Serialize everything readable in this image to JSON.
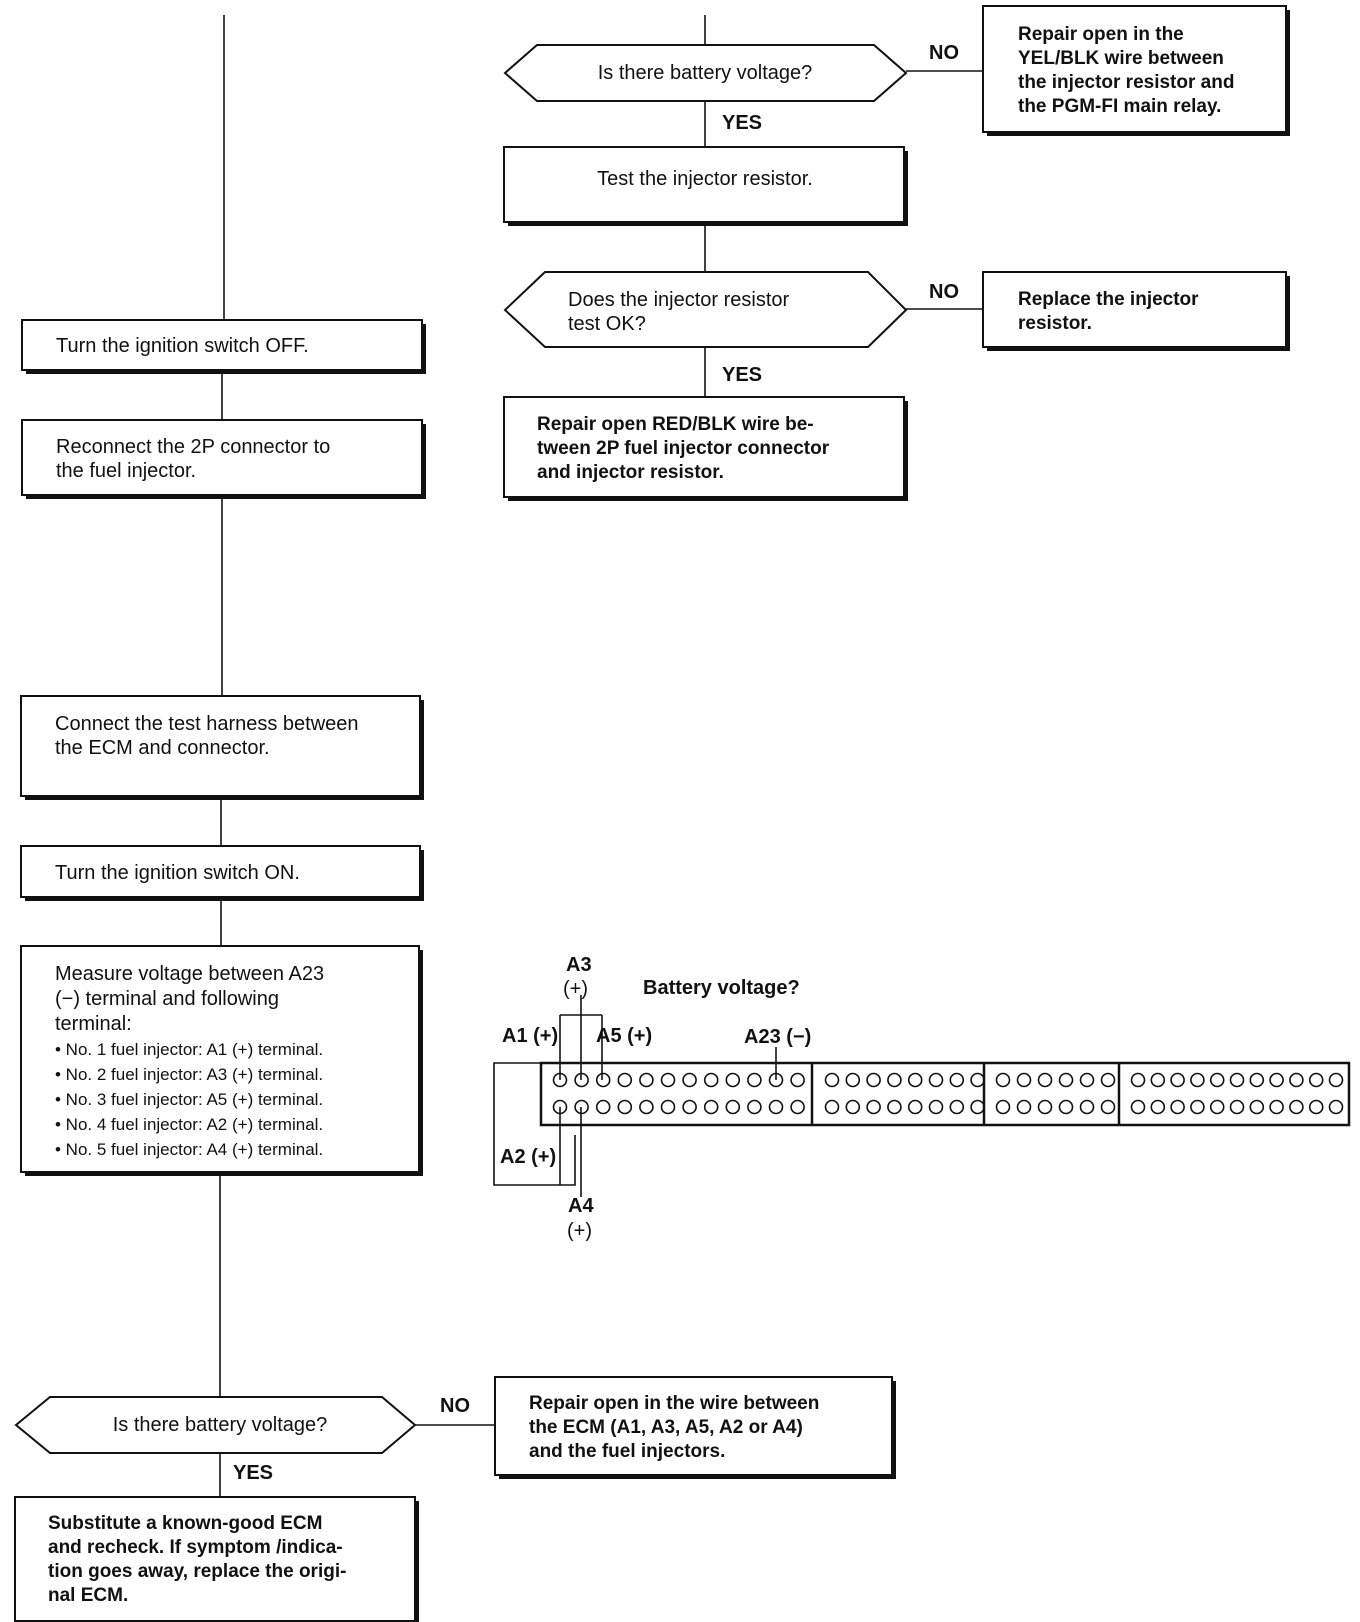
{
  "flow": {
    "q_battery_top": "Is there battery voltage?",
    "repair_yelblk": [
      "Repair open in the",
      "YEL/BLK wire between",
      "the injector resistor and",
      "the PGM-FI main relay."
    ],
    "test_resistor": "Test the injector resistor.",
    "q_resistor": [
      "Does the injector resistor",
      "test OK?"
    ],
    "replace_resistor": [
      "Replace the injector",
      "resistor."
    ],
    "repair_redblk": [
      "Repair open RED/BLK wire be-",
      "tween 2P fuel injector connector",
      "and injector resistor."
    ],
    "turn_off": "Turn the ignition switch OFF.",
    "reconnect": [
      "Reconnect the 2P connector to",
      "the fuel injector."
    ],
    "connect_harness": [
      "Connect the test harness between",
      "the ECM and connector."
    ],
    "turn_on": "Turn the ignition switch ON.",
    "measure": [
      "Measure voltage between A23",
      "(−) terminal and following",
      "terminal:",
      "• No. 1 fuel injector: A1 (+) terminal.",
      "• No. 2 fuel injector: A3 (+) terminal.",
      "• No. 3 fuel injector: A5 (+) terminal.",
      "• No. 4 fuel injector: A2 (+) terminal.",
      "• No. 5 fuel injector: A4 (+) terminal."
    ],
    "q_battery_bottom": "Is there battery voltage?",
    "repair_ecm": [
      "Repair open in the wire between",
      "the ECM (A1, A3, A5, A2 or A4)",
      "and the fuel injectors."
    ],
    "substitute": [
      "Substitute a known-good ECM",
      "and recheck. If symptom /indica-",
      "tion goes away, replace the origi-",
      "nal ECM."
    ],
    "yes": "YES",
    "no": "NO"
  },
  "connector": {
    "a3": "A3",
    "a3_sign": "(+)",
    "battery": "Battery voltage?",
    "a1": "A1 (+)",
    "a5": "A5 (+)",
    "a23": "A23 (−)",
    "a2": "A2 (+)",
    "a4": "A4",
    "a4_sign": "(+)"
  }
}
